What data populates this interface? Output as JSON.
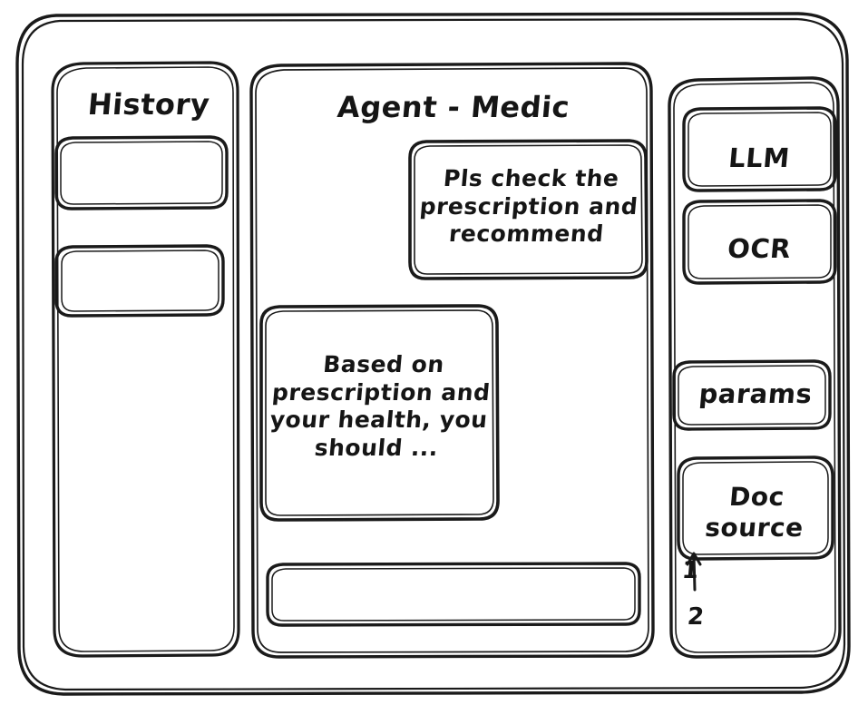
{
  "window": {
    "name": "sketch-wireframe-window"
  },
  "sidebar_history": {
    "title": "History",
    "items": [
      {
        "label": "",
        "name": "history-item-1"
      },
      {
        "label": "",
        "name": "history-item-2"
      }
    ]
  },
  "main": {
    "title": "Agent - Medic",
    "messages": [
      {
        "role": "user",
        "text": "Pls check the prescription and recommend",
        "lines": [
          "Pls check the",
          "prescription",
          "and recommend"
        ]
      },
      {
        "role": "agent",
        "text": "Based on prescription and your health, you should ...",
        "lines": [
          "Based on",
          "prescription",
          "and your",
          "health, you",
          "should ..."
        ]
      }
    ],
    "composer": {
      "value": "",
      "placeholder": ""
    }
  },
  "sidebar_tools": {
    "items": [
      {
        "label": "LLM",
        "name": "tool-llm"
      },
      {
        "label": "OCR",
        "name": "tool-ocr"
      },
      {
        "label": "params",
        "name": "tool-params"
      },
      {
        "label": "Doc source",
        "lines": [
          "Doc",
          "source"
        ],
        "name": "tool-doc-source"
      }
    ],
    "annotations": [
      {
        "label": "1",
        "name": "doc-source-item-1"
      },
      {
        "label": "2",
        "name": "doc-source-item-2"
      }
    ]
  },
  "colors": {
    "ink": "#1a1a1a",
    "paper": "#ffffff"
  }
}
